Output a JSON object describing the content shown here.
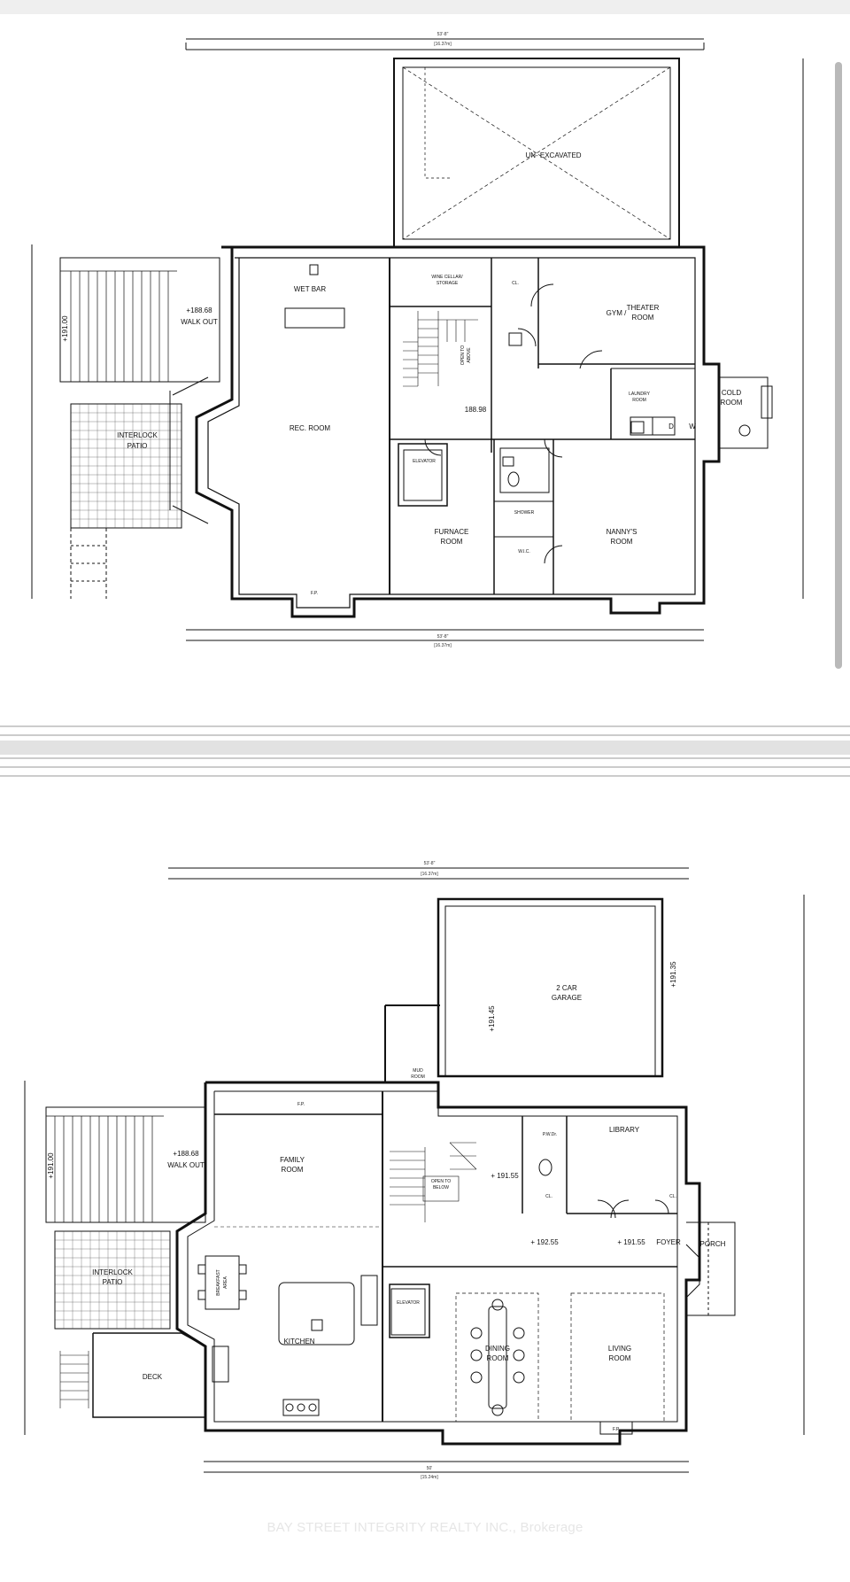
{
  "basement": {
    "unexcavated": "UN- EXCAVATED",
    "wet_bar": "WET BAR",
    "rec_room": "REC. ROOM",
    "interlock_patio": [
      "INTERLOCK",
      "PATIO"
    ],
    "walkout_elev": "+188.68",
    "walkout": "WALK OUT",
    "wine_cellar": [
      "WINE CELLAR/",
      "STORAGE"
    ],
    "cl": "CL.",
    "gym_theater": "GYM /",
    "theater_room": [
      "THEATER",
      "ROOM"
    ],
    "cold_room": [
      "COLD",
      "ROOM"
    ],
    "laundry": [
      "LAUNDRY",
      "ROOM"
    ],
    "d_label": "D",
    "w_label": "W",
    "hall_elev": "188.98",
    "elevator": "ELEVATOR",
    "shower": "SHOWER",
    "wic": "W.I.C.",
    "furnace_room": [
      "FURNACE",
      "ROOM"
    ],
    "nannys_room": [
      "NANNY'S",
      "ROOM"
    ],
    "fp": "F.P.",
    "open_to_above": [
      "OPEN TO",
      "ABOVE"
    ],
    "side_elev": "+191.00",
    "dim_total_top": "53'-8\"",
    "dim_total_top_m": "[16.37m]",
    "dim_total_bottom": "53'-8\"",
    "dim_total_bottom_m": "[16.37m]"
  },
  "main": {
    "garage": [
      "2 CAR",
      "GARAGE"
    ],
    "garage_elev": "+191.45",
    "garage_side_elev": "+191.35",
    "mud_room": [
      "MUD",
      "ROOM"
    ],
    "family_room": [
      "FAMILY",
      "ROOM"
    ],
    "fp_top": "F.P.",
    "walkout_elev": "+188.68",
    "walkout": "WALK OUT",
    "side_elev": "+191.00",
    "library": "LIBRARY",
    "pwdr": "P.W.Dr.",
    "cl": "CL.",
    "stair_elev": "+ 191.55",
    "open_to_below": [
      "OPEN TO",
      "BELOW"
    ],
    "hall_elev": "+ 192.55",
    "foyer_elev": "+ 191.55",
    "foyer": "FOYER",
    "porch": "PORCH",
    "breakfast": [
      "BREAKFAST",
      "AREA"
    ],
    "kitchen": "KITCHEN",
    "interlock_patio": [
      "INTERLOCK",
      "PATIO"
    ],
    "deck": "DECK",
    "elevator": "ELEVATOR",
    "dining_room": [
      "DINING",
      "ROOM"
    ],
    "living_room": [
      "LIVING",
      "ROOM"
    ],
    "fp_bottom": "F.P.",
    "dim_total_top": "53'-8\"",
    "dim_total_top_m": "[16.37m]",
    "dim_total_bottom": "50'",
    "dim_total_bottom_m": "[15.24m]"
  },
  "watermark": "BAY STREET INTEGRITY REALTY INC., Brokerage"
}
